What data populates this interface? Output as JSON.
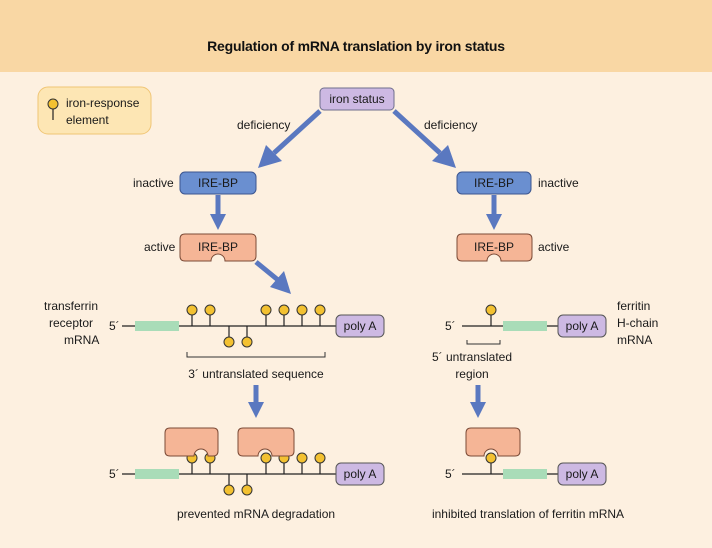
{
  "title": "Regulation of mRNA translation by iron status",
  "legend": {
    "label_line1": "iron-response",
    "label_line2": "element"
  },
  "nodes": {
    "iron_status": "iron status",
    "ire_bp": "IRE-BP",
    "poly_a": "poly A"
  },
  "labels": {
    "deficiency": "deficiency",
    "inactive": "inactive",
    "active": "active",
    "five_prime": "5´",
    "transferrin_line1": "transferrin",
    "transferrin_line2": "receptor",
    "transferrin_line3": "mRNA",
    "ferritin_line1": "ferritin",
    "ferritin_line2": "H-chain",
    "ferritin_line3": "mRNA",
    "three_prime_utr": "3´ untranslated sequence",
    "five_prime_utr_line1": "5´ untranslated",
    "five_prime_utr_line2": "region",
    "prevented": "prevented mRNA degradation",
    "inhibited": "inhibited translation of  ferritin mRNA"
  },
  "colors": {
    "background": "#fdf0e0",
    "title_bar": "#f9d7a4",
    "legend_box": "#fde6b4",
    "iron_status_box": "#cdb9e3",
    "inactive_box": "#6a8fd0",
    "active_box": "#f5b596",
    "poly_a_box": "#cdb9e3",
    "coding_region": "#a9dcb8",
    "ire_fill": "#f3c131",
    "arrow": "#5a78c0"
  }
}
